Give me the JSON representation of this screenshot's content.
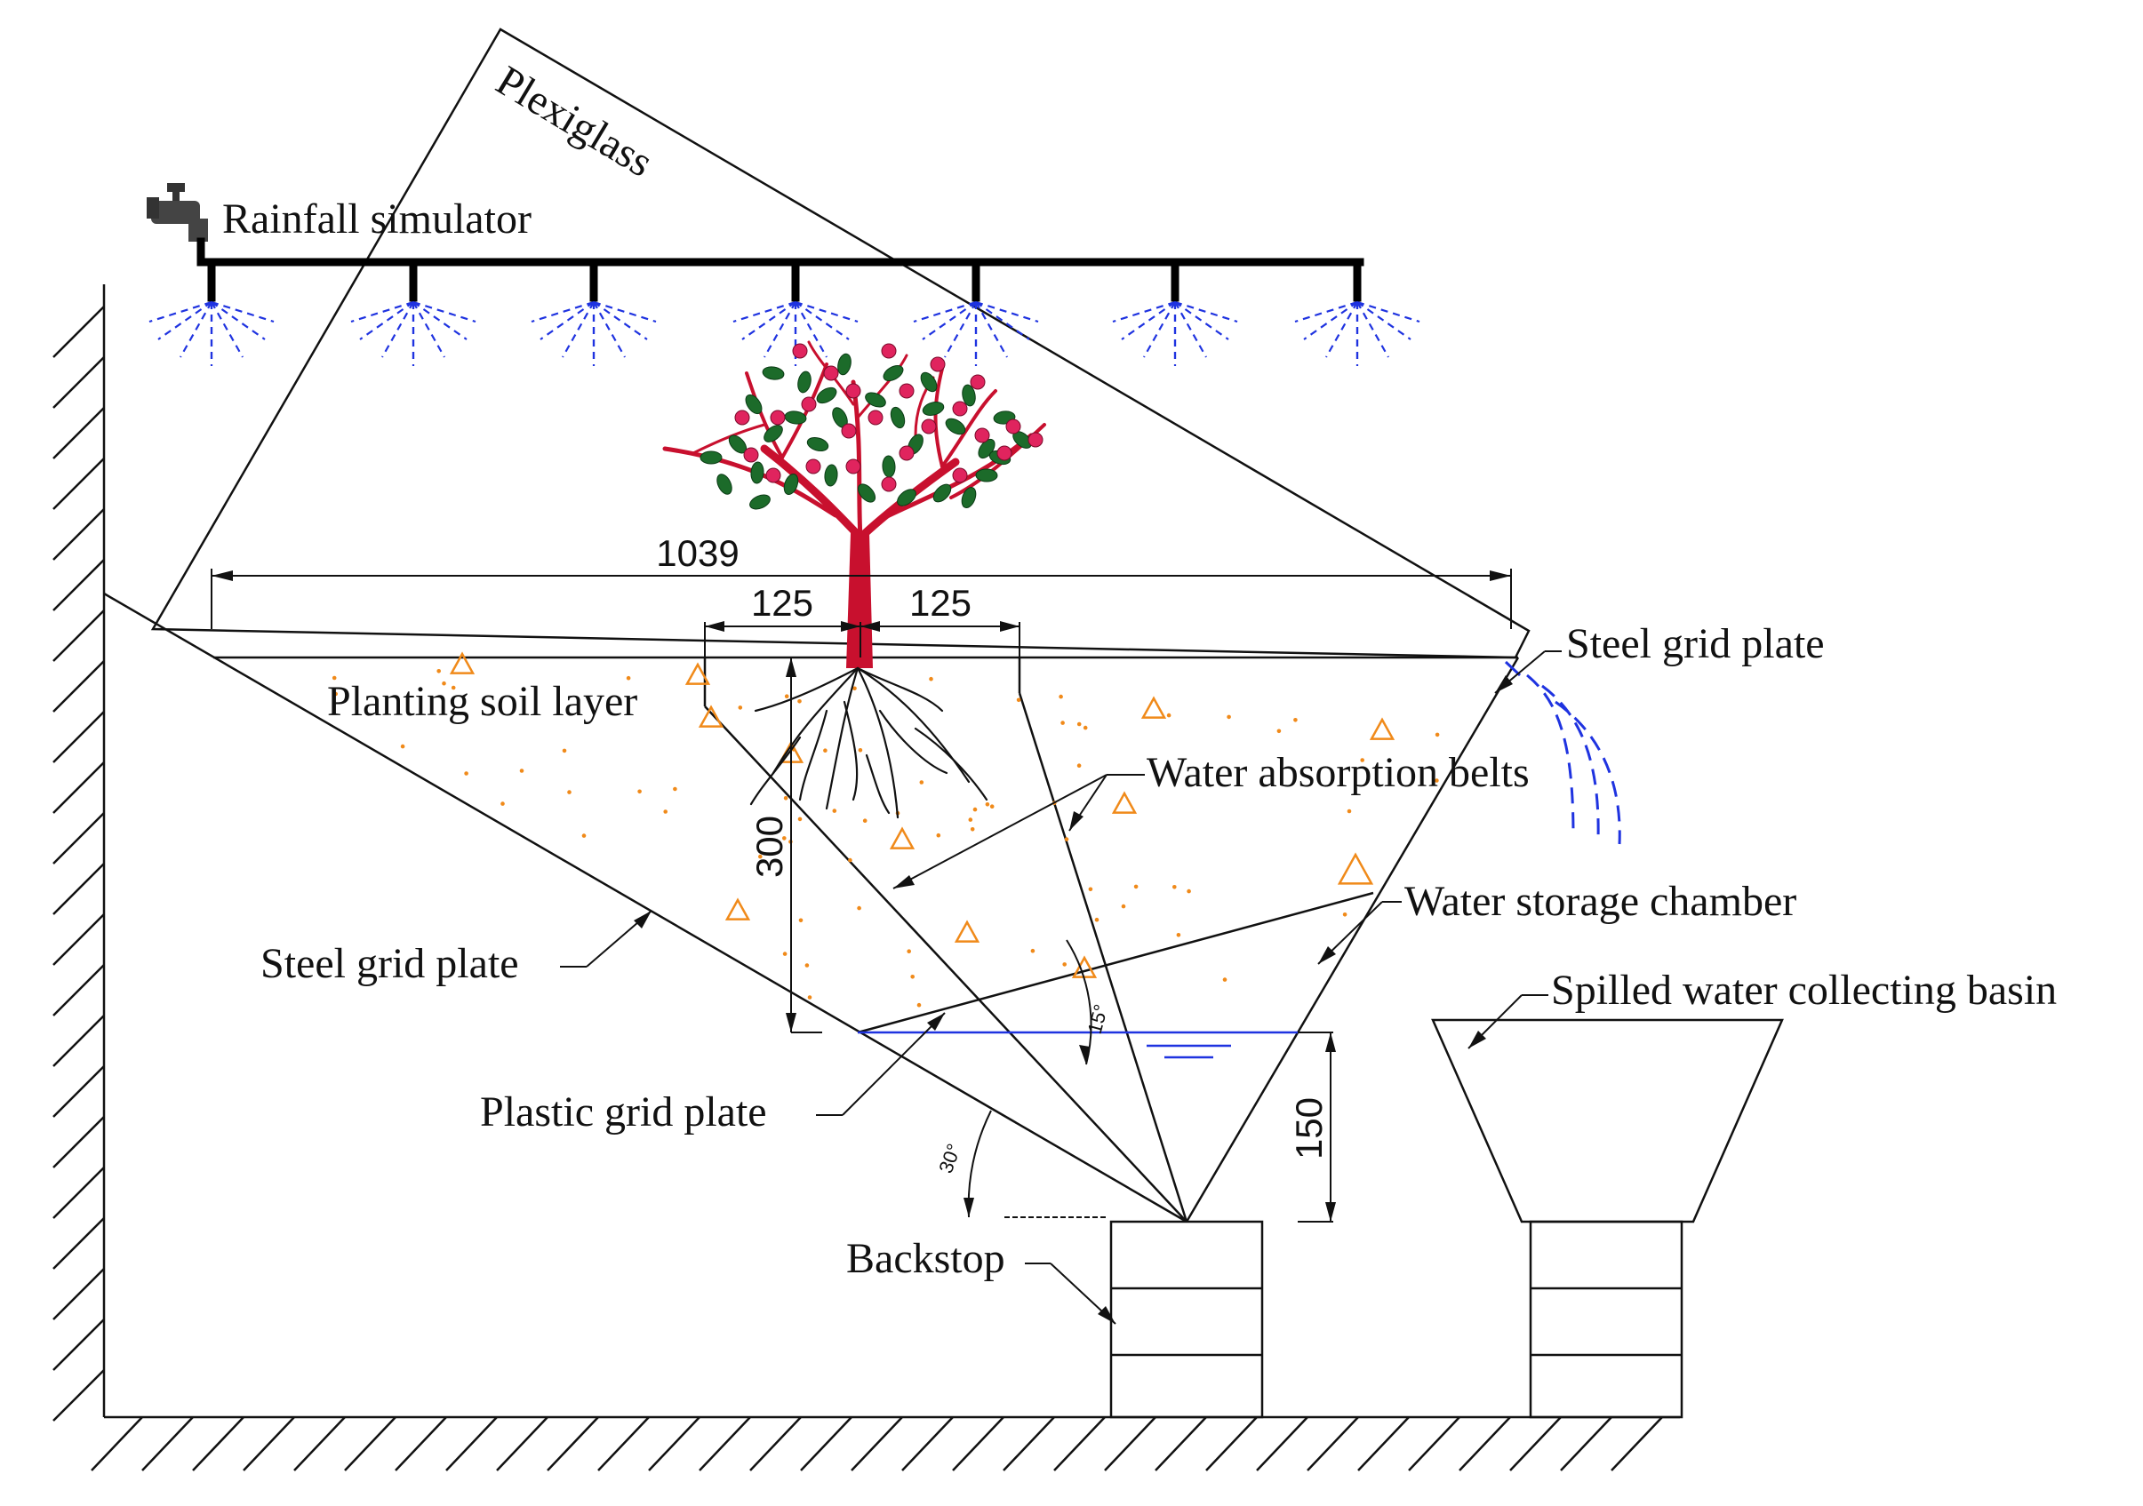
{
  "labels": {
    "plexiglass": "Plexiglass",
    "rainfall_simulator": "Rainfall simulator",
    "steel_grid_plate_right": "Steel grid plate",
    "planting_soil_layer": "Planting soil layer",
    "water_absorption_belts": "Water absorption belts",
    "water_storage_chamber": "Water storage chamber",
    "spilled_water_collecting_basin": "Spilled water collecting basin",
    "steel_grid_plate_left": "Steel grid plate",
    "plastic_grid_plate": "Plastic grid plate",
    "backstop": "Backstop"
  },
  "dimensions": {
    "total_width": "1039",
    "left_half_width": "125",
    "right_half_width": "125",
    "soil_depth": "300",
    "storage_depth": "150"
  },
  "angles": {
    "belt_angle": "15°",
    "base_angle": "30°"
  },
  "colors": {
    "spray": "#1f33e0",
    "soil_particles": "#f08a1a",
    "plant_stem": "#c8102e",
    "flowers": "#e0245e",
    "leaves": "#1c6b2a",
    "water": "#1f33e0"
  },
  "icons": {
    "faucet": "faucet-icon"
  }
}
